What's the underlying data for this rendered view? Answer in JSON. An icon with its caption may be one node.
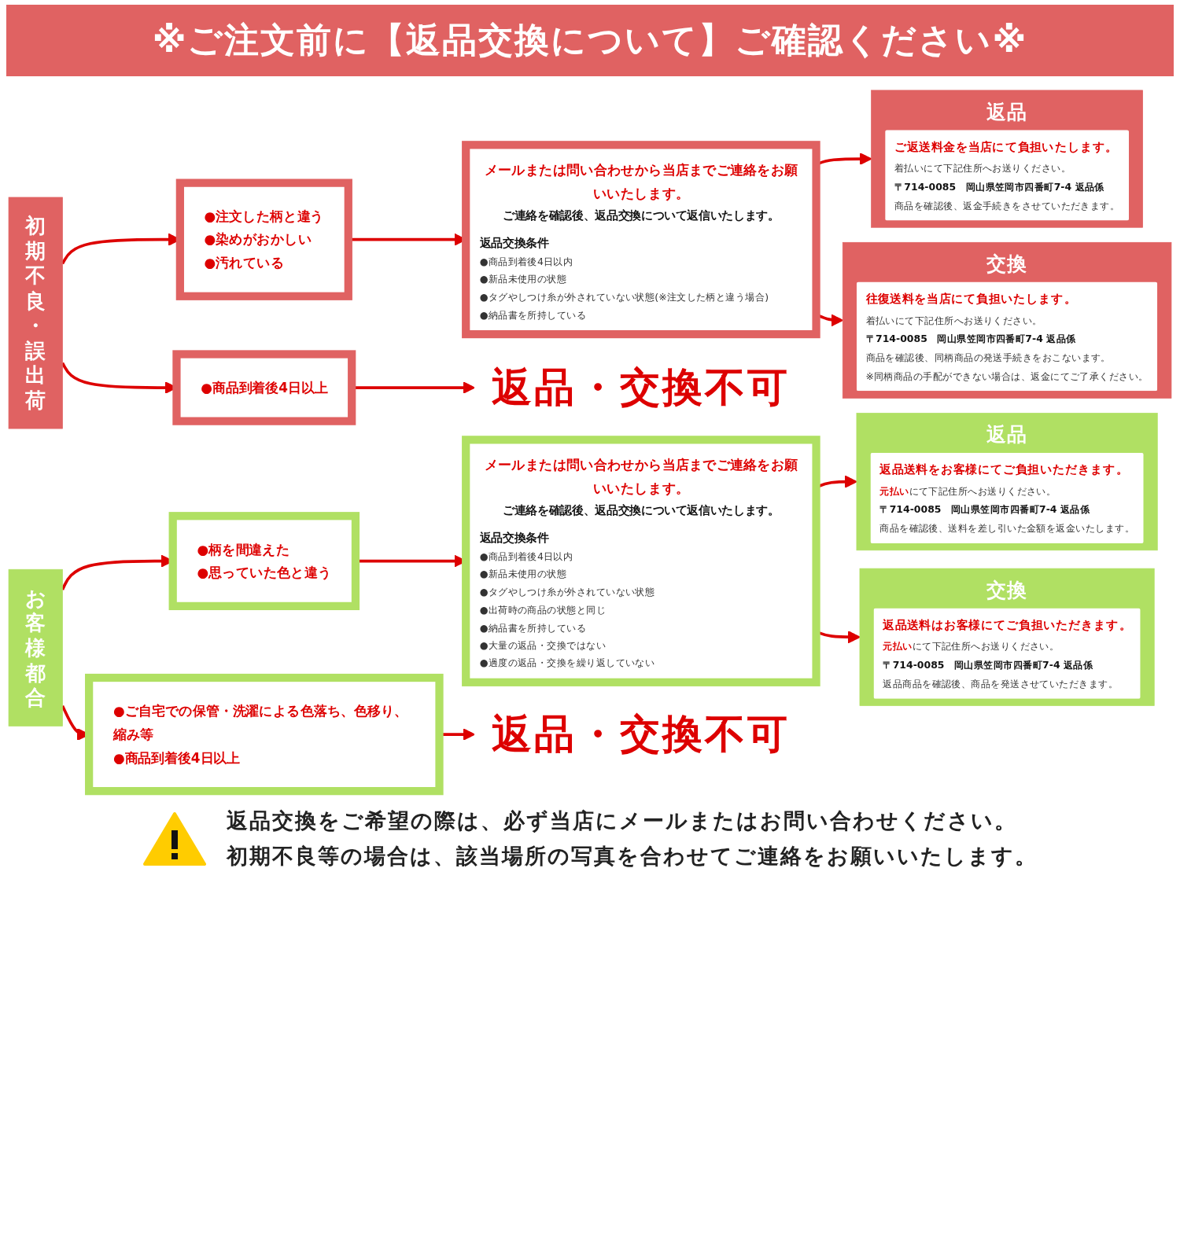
{
  "diagram": {
    "title": "※ご注文前に【返品交換について】ご確認ください※",
    "nodes": [
      {
        "text": [
          "初期不良・誤出荷"
        ]
      },
      {
        "text": [
          "●注文した柄と違う",
          "●染めがおかしい",
          "●汚れている"
        ]
      },
      {
        "text": [
          "メールまたは問い合わせから当店までご連絡をお願いいたします。",
          "ご連絡を確認後、返品交換について返信いたします。",
          "返品交換条件",
          "●商品到着後4日以内",
          "●新品未使用の状態",
          "●タグやしつけ糸が外されていない状態(※注文した柄と違う場合)",
          "●納品書を所持している"
        ]
      },
      {
        "text": [
          "返品",
          "ご返送料金を当店にて負担いたします。",
          "着払いにて下記住所へお送りください。",
          "〒714-0085　岡山県笠岡市四番町7-4 返品係",
          "商品を確認後、返金手続きをさせていただきます。"
        ]
      },
      {
        "text": [
          "交換",
          "往復送料を当店にて負担いたします。",
          "着払いにて下記住所へお送りください。",
          "〒714-0085　岡山県笠岡市四番町7-4 返品係",
          "商品を確認後、同柄商品の発送手続きをおこないます。",
          "※同柄商品の手配ができない場合は、返金にてご了承ください。"
        ]
      },
      {
        "text": [
          "●商品到着後4日以上"
        ]
      },
      {
        "text": [
          "返品・交換不可"
        ]
      },
      {
        "text": [
          "お客様都合"
        ]
      },
      {
        "text": [
          "●柄を間違えた",
          "●思っていた色と違う"
        ]
      },
      {
        "text": [
          "メールまたは問い合わせから当店までご連絡をお願いいたします。",
          "ご連絡を確認後、返品交換について返信いたします。",
          "返品交換条件",
          "●商品到着後4日以内",
          "●新品未使用の状態",
          "●タグやしつけ糸が外されていない状態",
          "●出荷時の商品の状態と同じ",
          "●納品書を所持している",
          "●大量の返品・交換ではない",
          "●過度の返品・交換を繰り返していない"
        ]
      },
      {
        "text": [
          "返品",
          "返品送料をお客様にてご負担いただきます。",
          "**元払い**にて下記住所へお送りください。",
          "〒714-0085　岡山県笠岡市四番町7-4 返品係",
          "商品を確認後、送料を差し引いた金額を返金いたします。"
        ]
      },
      {
        "text": [
          "交換",
          "返品送料はお客様にてご負担いただきます。",
          "**元払い**にて下記住所へお送りください。",
          "〒714-0085　岡山県笠岡市四番町7-4 返品係",
          "返品商品を確認後、商品を発送させていただきます。"
        ]
      },
      {
        "text": [
          "●ご自宅での保管・洗濯による色落ち、色移り、縮み等",
          "●商品到着後4日以上"
        ]
      },
      {
        "text": [
          "返品・交換不可"
        ]
      }
    ],
    "edges": [
      {
        "from": 0,
        "to": 1,
        "arrow": "to"
      },
      {
        "from": 1,
        "to": 2,
        "arrow": "to"
      },
      {
        "from": 2,
        "to": 3,
        "arrow": "to"
      },
      {
        "from": 2,
        "to": 4,
        "arrow": "to"
      },
      {
        "from": 0,
        "to": 5,
        "arrow": "to"
      },
      {
        "from": 5,
        "to": 6,
        "arrow": "to"
      },
      {
        "from": 7,
        "to": 8,
        "arrow": "to"
      },
      {
        "from": 8,
        "to": 9,
        "arrow": "to"
      },
      {
        "from": 9,
        "to": 10,
        "arrow": "to"
      },
      {
        "from": 9,
        "to": 11,
        "arrow": "to"
      },
      {
        "from": 7,
        "to": 12,
        "arrow": "to"
      },
      {
        "from": 12,
        "to": 13,
        "arrow": "to"
      }
    ],
    "labels": [
      "返品交換をご希望の際は、必ず当店にメールまたはお問い合わせください。",
      "初期不良等の場合は、該当場所の写真を合わせてご連絡をお願いいたします。"
    ]
  }
}
